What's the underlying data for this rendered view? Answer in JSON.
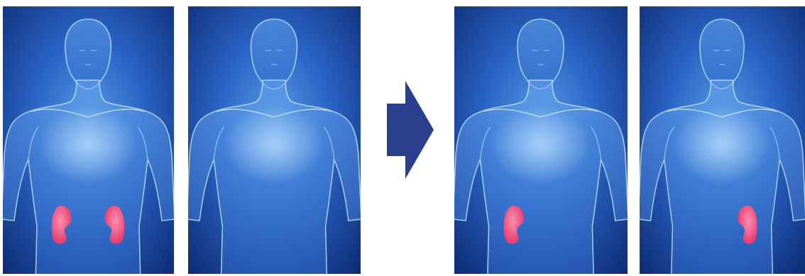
{
  "scene": {
    "description_type": "anatomical-figure-sequence",
    "colors": {
      "background": "#ffffff",
      "panel_dark": "#0f2d7a",
      "panel_light": "#4b8fe0",
      "body_glow": "#7fbfff",
      "kidney": "#f0507e",
      "arrow": "#2b3f8f"
    },
    "panels": [
      {
        "kidneys": [
          "left",
          "right"
        ]
      },
      {
        "kidneys": []
      },
      {
        "kidneys": [
          "left"
        ]
      },
      {
        "kidneys": [
          "right"
        ]
      }
    ],
    "arrow_icon": "right-arrow-icon"
  }
}
